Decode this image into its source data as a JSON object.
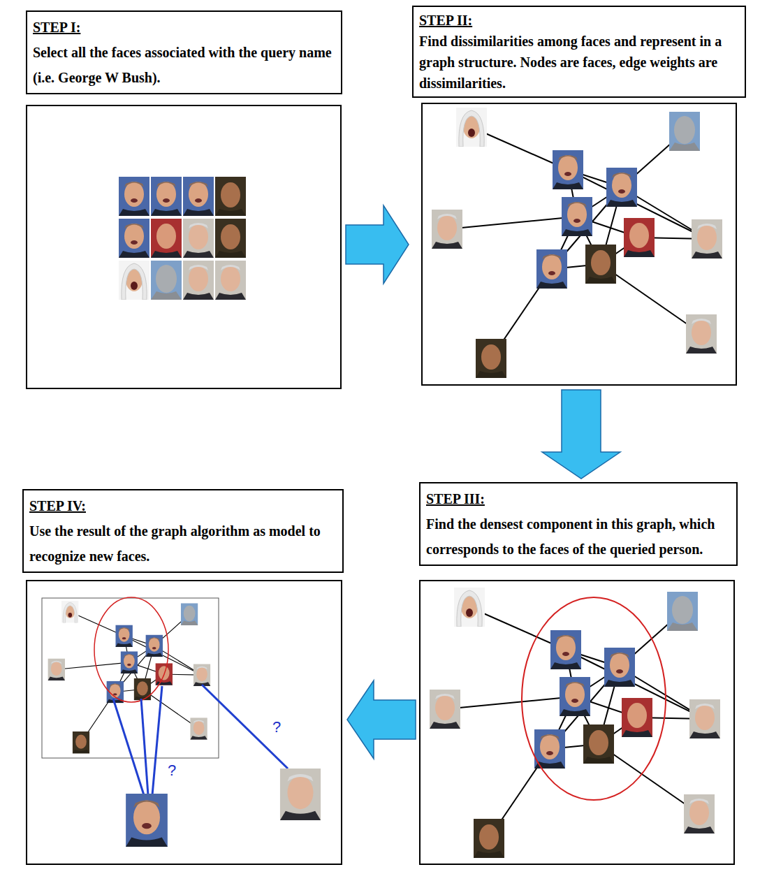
{
  "diagram": {
    "nodes": [
      {
        "text": [
          "STEP I:",
          "Select all the faces associated with the query name (i.e. George W Bush)."
        ]
      },
      {
        "text": [
          "STEP II:",
          "Find dissimilarities among faces and represent in a graph structure. Nodes are faces, edge weights are dissimilarities."
        ]
      },
      {
        "text": [
          "STEP III:",
          "Find the densest component in this graph, which corresponds to the faces of the queried person."
        ]
      },
      {
        "text": [
          "STEP IV:",
          "Use the result of the graph algorithm as model to recognize new faces."
        ]
      }
    ],
    "edges": [
      {
        "from": 0,
        "to": 1,
        "arrow": "to"
      },
      {
        "from": 1,
        "to": 2,
        "arrow": "to"
      },
      {
        "from": 2,
        "to": 3,
        "arrow": "to"
      }
    ],
    "labels": [
      "?",
      "?"
    ]
  }
}
